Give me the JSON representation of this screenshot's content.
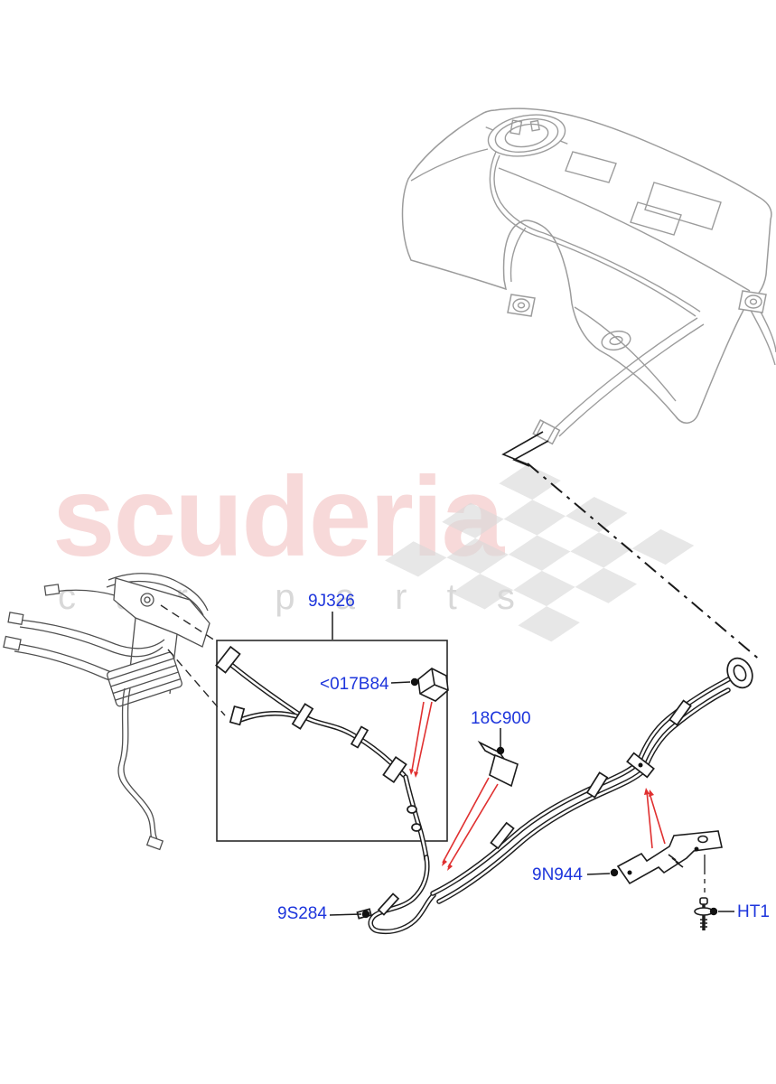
{
  "watermark": {
    "brand": "scuderia",
    "subtitle_letters": [
      "c",
      "a",
      "r",
      "",
      "p",
      "a",
      "r",
      "t",
      "s"
    ]
  },
  "part_labels": {
    "kit_box": "9J326",
    "clip": "<017B84",
    "spring_clip": "18C900",
    "bracket": "9N944",
    "screw": "HT1",
    "pipe_loop": "9S284"
  },
  "colors": {
    "label_blue": "#1d35dc",
    "arrow_red": "#e03030",
    "watermark_pink": "#f7d9d9",
    "watermark_gray": "#d8d8d8",
    "line_art_gray": "#9c9c9c",
    "pipe_black": "#1c1c1c"
  },
  "icons": {
    "clip_icon": "retaining-clip",
    "spring_clip_icon": "spring-clip",
    "bracket_icon": "mounting-bracket",
    "screw_icon": "screw-and-washer"
  }
}
